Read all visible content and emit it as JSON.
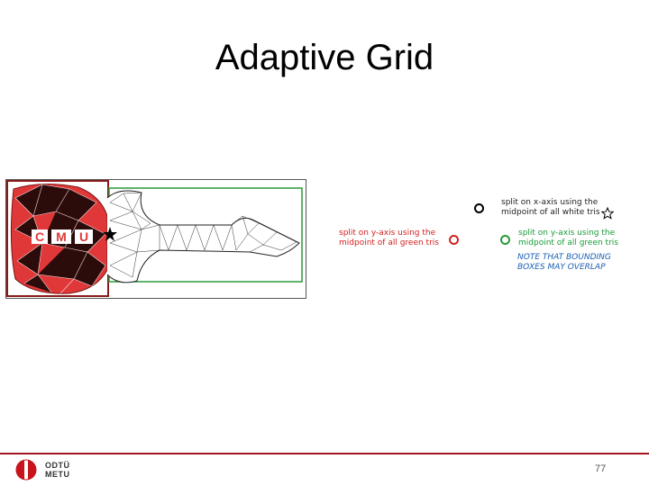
{
  "slide": {
    "title": "Adaptive Grid",
    "page_number": "77"
  },
  "figure": {
    "logo_letters": [
      "C",
      "M",
      "U"
    ]
  },
  "notes": {
    "x_split": [
      "split on x-axis using the",
      "midpoint of all white tris"
    ],
    "y_split_green": [
      "split on y-axis using the",
      "midpoint of all green tris"
    ],
    "y_split_red": [
      "split on y-axis using the",
      "midpoint of all green tris"
    ],
    "overlap": [
      "NOTE THAT BOUNDING",
      "BOXES MAY OVERLAP"
    ]
  },
  "footer": {
    "logo_lines": [
      "ODTÜ",
      "METU"
    ]
  },
  "colors": {
    "red_region": "#e03838",
    "green_box": "#2a9a3a",
    "footer_rule": "#a0161c"
  }
}
